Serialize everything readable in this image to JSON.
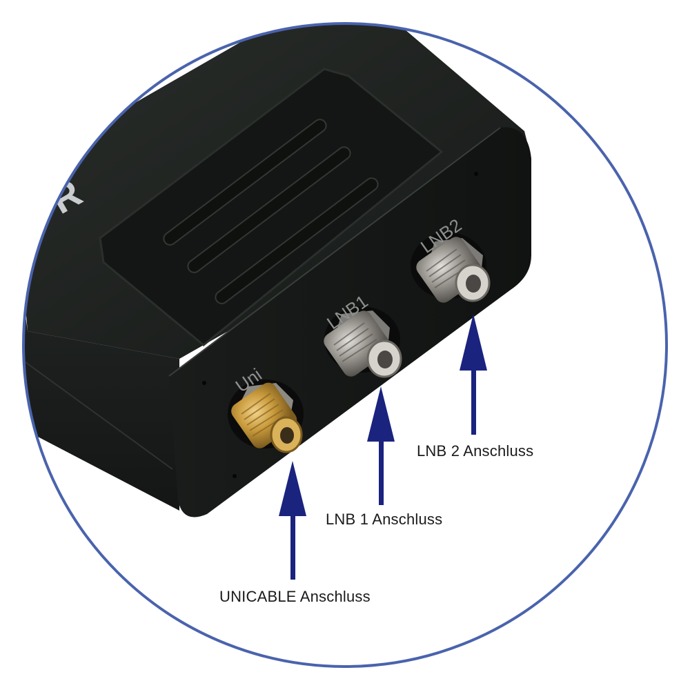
{
  "device": {
    "brand_fragment": "R",
    "ports": [
      {
        "engraving": "Uni",
        "kind": "gold-f-connector"
      },
      {
        "engraving": "LNB1",
        "kind": "silver-f-connector"
      },
      {
        "engraving": "LNB2",
        "kind": "silver-f-connector"
      }
    ]
  },
  "callouts": [
    {
      "label": "UNICABLE Anschluss"
    },
    {
      "label": "LNB 1 Anschluss"
    },
    {
      "label": "LNB 2 Anschluss"
    }
  ],
  "colors": {
    "frame": "#4a63ad",
    "arrow": "#1a237e",
    "housing": "#1c1f1d",
    "gold": "#c89a3c",
    "steel": "#9a9690"
  }
}
